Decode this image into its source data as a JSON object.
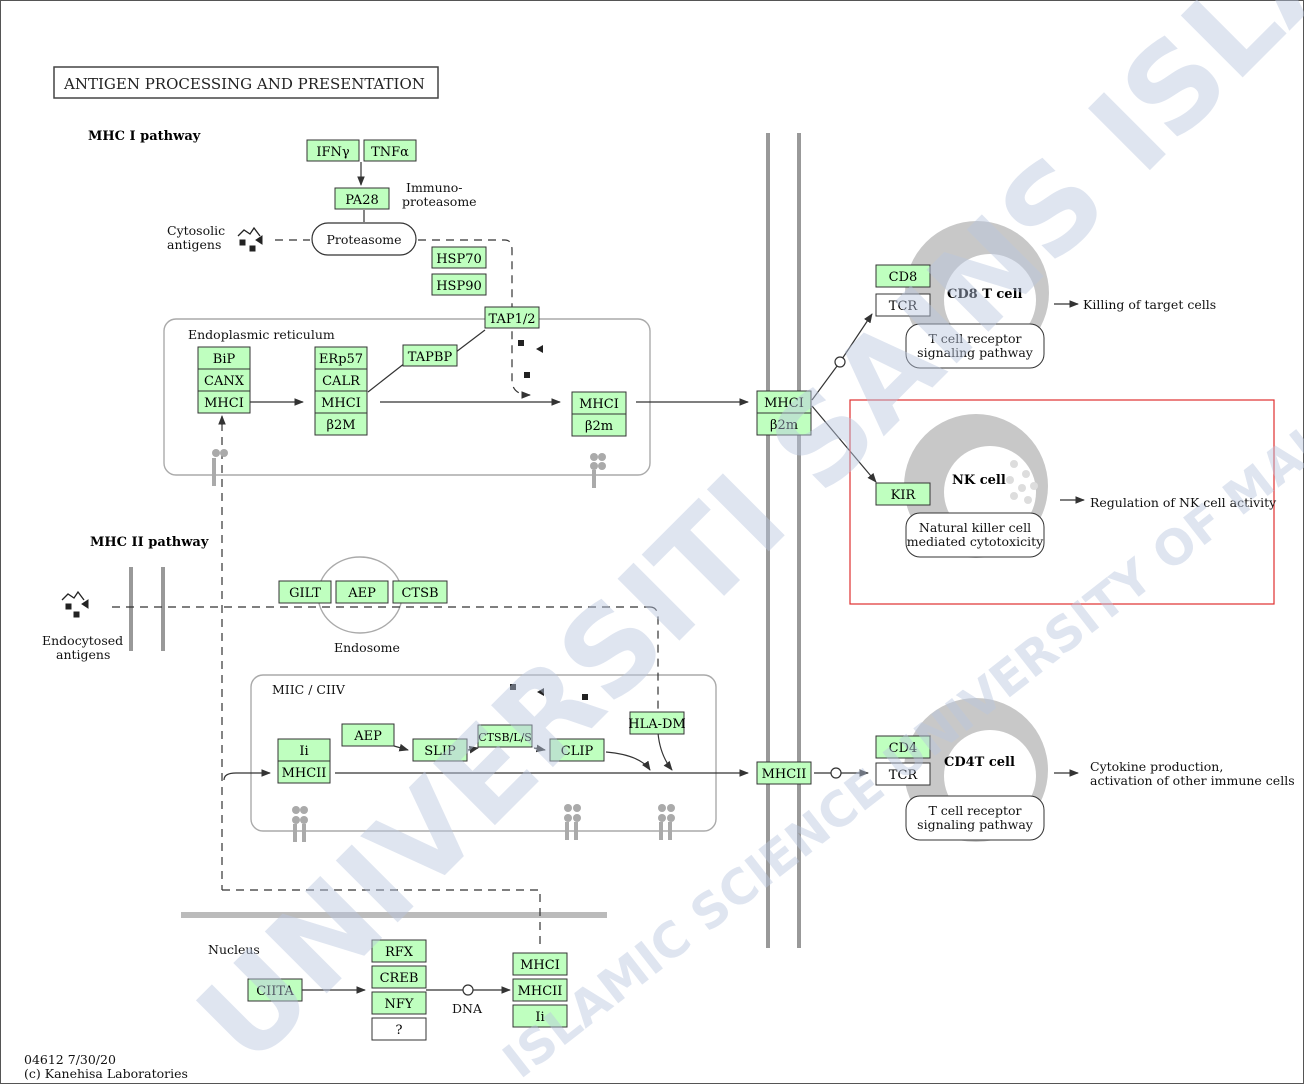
{
  "title": "ANTIGEN PROCESSING AND PRESENTATION",
  "footer": {
    "code": "04612 7/30/20",
    "copyright": "(c) Kanehisa Laboratories"
  },
  "watermark": {
    "text": "UNIVERSITI SAINS ISLAM MALAYSIA",
    "text2": "ISLAMIC SCIENCE UNIVERSITY OF MALAYSIA"
  },
  "sections": {
    "mhc1": "MHC I pathway",
    "mhc2": "MHC II pathway",
    "er": "Endoplasmic reticulum",
    "miic": "MIIC / CIIV",
    "endosome": "Endosome",
    "nucleus": "Nucleus",
    "dna": "DNA",
    "immunoproteasome_1": "Immuno-",
    "immunoproteasome_2": "proteasome",
    "cytosolic_1": "Cytosolic",
    "cytosolic_2": "antigens",
    "endocytosed_1": "Endocytosed",
    "endocytosed_2": "antigens",
    "proteasome": "Proteasome"
  },
  "genes": {
    "ifng": "IFNγ",
    "tnfa": "TNFα",
    "pa28": "PA28",
    "hsp70": "HSP70",
    "hsp90": "HSP90",
    "tap": "TAP1/2",
    "tapbp": "TAPBP",
    "bip": "BiP",
    "canx": "CANX",
    "mhci_er1": "MHCI",
    "erp57": "ERp57",
    "calr": "CALR",
    "mhci_er2": "MHCI",
    "b2m_er": "β2M",
    "mhci_er3": "MHCI",
    "b2m_er3": "β2m",
    "mhci_mem": "MHCI",
    "b2m_mem": "β2m",
    "cd8": "CD8",
    "tcr_cd8": "TCR",
    "kir": "KIR",
    "gilt": "GILT",
    "aep_endo": "AEP",
    "ctsb_endo": "CTSB",
    "ii": "Ii",
    "mhcii_miic": "MHCII",
    "aep_miic": "AEP",
    "slip": "SLIP",
    "ctsb_l_s": "CTSB/L/S",
    "clip": "CLIP",
    "hladm": "HLA-DM",
    "mhcii_mem": "MHCII",
    "cd4": "CD4",
    "tcr_cd4": "TCR",
    "ciita": "CIITA",
    "rfx": "RFX",
    "creb": "CREB",
    "nfy": "NFY",
    "unknown": "?",
    "mhci_nuc": "MHCI",
    "mhcii_nuc": "MHCII",
    "ii_nuc": "Ii"
  },
  "cells": {
    "cd8_title": "CD8 T cell",
    "cd8_path_1": "T cell receptor",
    "cd8_path_2": "signaling pathway",
    "cd8_out": "Killing of target cells",
    "nk_title": "NK cell",
    "nk_path_1": "Natural killer cell",
    "nk_path_2": "mediated cytotoxicity",
    "nk_out": "Regulation of NK cell activity",
    "cd4_title": "CD4T cell",
    "cd4_path_1": "T cell receptor",
    "cd4_path_2": "signaling pathway",
    "cd4_out_1": "Cytokine production,",
    "cd4_out_2": "activation of other immune cells"
  },
  "colors": {
    "gene_fill": "#bfffbf",
    "highlight": "#e03030",
    "compartment": "#aaaaaa",
    "membrane": "#999999"
  }
}
